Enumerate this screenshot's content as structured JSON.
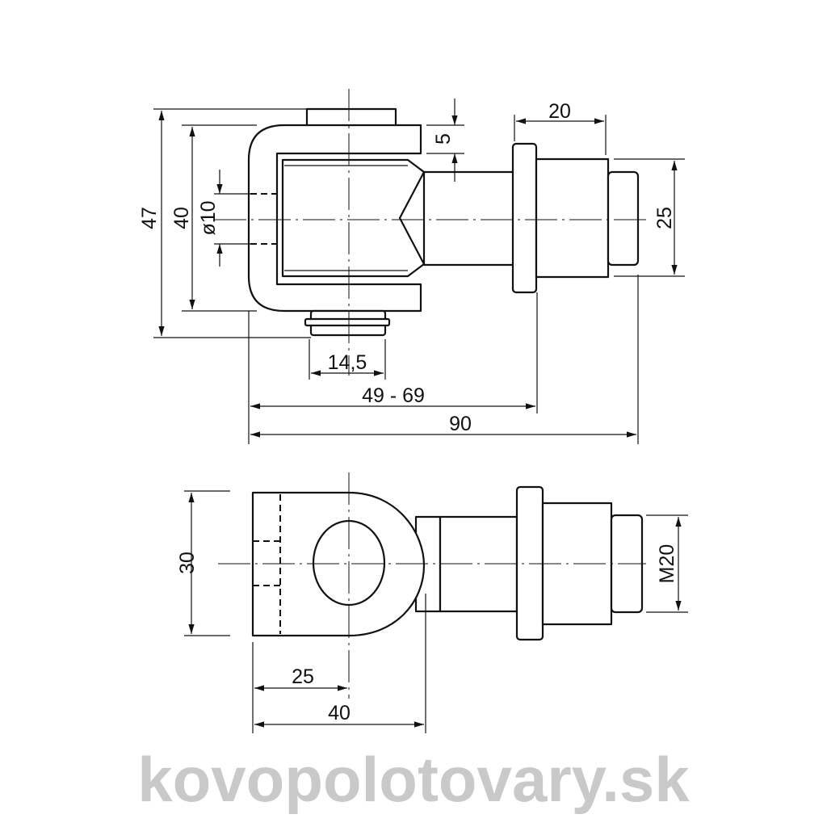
{
  "watermark": "kovopolotovary.sk",
  "top_view": {
    "dims": {
      "height_total": "47",
      "height_inner": "40",
      "pin_diameter": "ø10",
      "arm_thickness": "5",
      "nut_width": "20",
      "nut_height": "25",
      "bushing_width": "14,5",
      "adjust_range": "49 - 69",
      "total_length": "90"
    }
  },
  "side_view": {
    "dims": {
      "eye_height": "30",
      "thread": "M20",
      "hole_center": "25",
      "eye_length": "40"
    }
  }
}
